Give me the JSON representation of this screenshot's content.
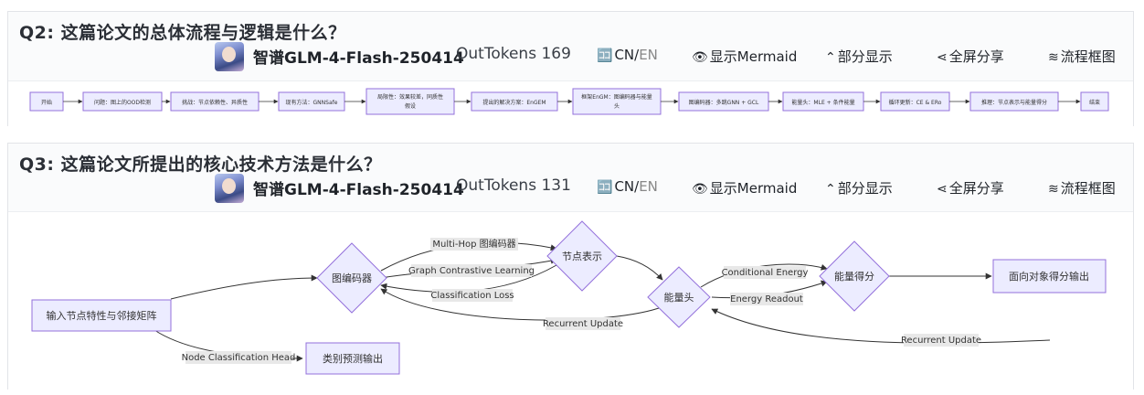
{
  "q2": {
    "title": "Q2: 这篇论文的总体流程与逻辑是什么？",
    "model_name": "智谱GLM-4-Flash-250414",
    "out_tokens": "OutTokens 169",
    "actions": {
      "lang_cn": "CN/",
      "lang_en": "EN",
      "mermaid": "显示Mermaid",
      "partial": "部分显示",
      "share": "全屏分享",
      "flowchart": "流程框图"
    },
    "flow_nodes": [
      {
        "label": "开始"
      },
      {
        "label": "问题：图上的OOD检测"
      },
      {
        "label": "挑战：节点依赖性、异质性"
      },
      {
        "label": "现有方法：GNNSafe"
      },
      {
        "label": "局限性：效果较差，同质性",
        "label2": "假设"
      },
      {
        "label": "提出的解决方案：EnGEM"
      },
      {
        "label": "框架EnGM：图编码器与能量",
        "label2": "头"
      },
      {
        "label": "图编码器：多跳GNN + GCL"
      },
      {
        "label": "能量头：MLE + 条件能量"
      },
      {
        "label": "循环更新：CE & ERo"
      },
      {
        "label": "推理：节点表示与能量得分"
      },
      {
        "label": "结束"
      }
    ]
  },
  "q3": {
    "title": "Q3: 这篇论文所提出的核心技术方法是什么？",
    "model_name": "智谱GLM-4-Flash-250414",
    "out_tokens": "OutTokens 131",
    "actions": {
      "lang_cn": "CN/",
      "lang_en": "EN",
      "mermaid": "显示Mermaid",
      "partial": "部分显示",
      "share": "全屏分享",
      "flowchart": "流程框图"
    },
    "nodes": {
      "input": "输入节点特性与邻接矩阵",
      "encoder": "图编码器",
      "repr": "节点表示",
      "energy_head": "能量头",
      "energy_score": "能量得分",
      "output": "面向对象得分输出",
      "class_out": "类别预测输出"
    },
    "edges": {
      "multihop": "Multi-Hop 图编码器",
      "gcl": "Graph Contrastive Learning",
      "cls_loss": "Classification Loss",
      "recurrent1": "Recurrent Update",
      "cond_energy": "Conditional Energy",
      "energy_readout": "Energy Readout",
      "recurrent2": "Recurrent Update",
      "node_cls_head": "Node Classification Head"
    },
    "colors": {
      "node_fill": "#ECECFF",
      "node_stroke": "#9370DB",
      "edge": "#333333",
      "label_bg": "#E8E8E8"
    }
  }
}
